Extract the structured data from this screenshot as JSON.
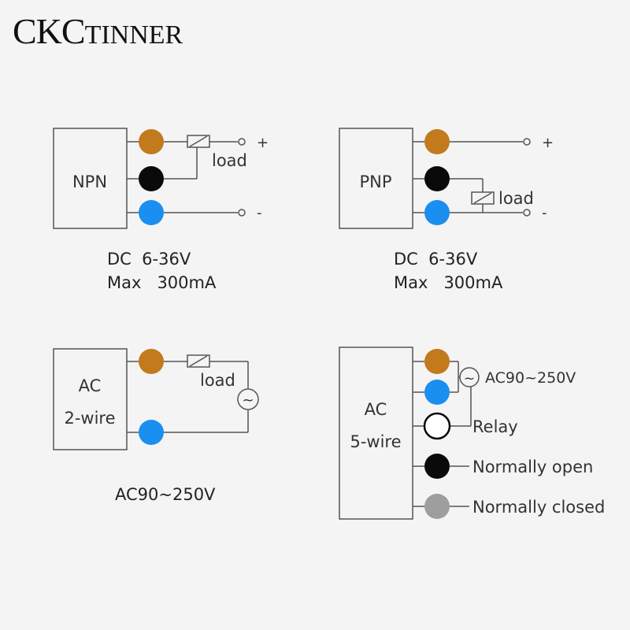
{
  "brand": {
    "big": "CKC",
    "small": "TINNER"
  },
  "npn": {
    "box_label": "NPN",
    "load_label": "load",
    "plus": "+",
    "minus": "-",
    "spec_line1": "DC  6-36V",
    "spec_line2": "Max   300mA"
  },
  "pnp": {
    "box_label": "PNP",
    "load_label": "load",
    "plus": "+",
    "minus": "-",
    "spec_line1": "DC  6-36V",
    "spec_line2": "Max   300mA"
  },
  "ac2": {
    "box_line1": "AC",
    "box_line2": "2-wire",
    "load_label": "load",
    "ac_symbol": "~",
    "spec": "AC90~250V"
  },
  "ac5": {
    "box_line1": "AC",
    "box_line2": "5-wire",
    "ac_symbol": "~",
    "voltage": "AC90~250V",
    "relay": "Relay",
    "normally_open": "Normally open",
    "normally_closed": "Normally closed"
  },
  "colors": {
    "brown": "#c27a1d",
    "black": "#0a0a0a",
    "blue": "#1b8ff0",
    "white": "#ffffff",
    "gray": "#9e9e9e",
    "line": "#555555"
  }
}
